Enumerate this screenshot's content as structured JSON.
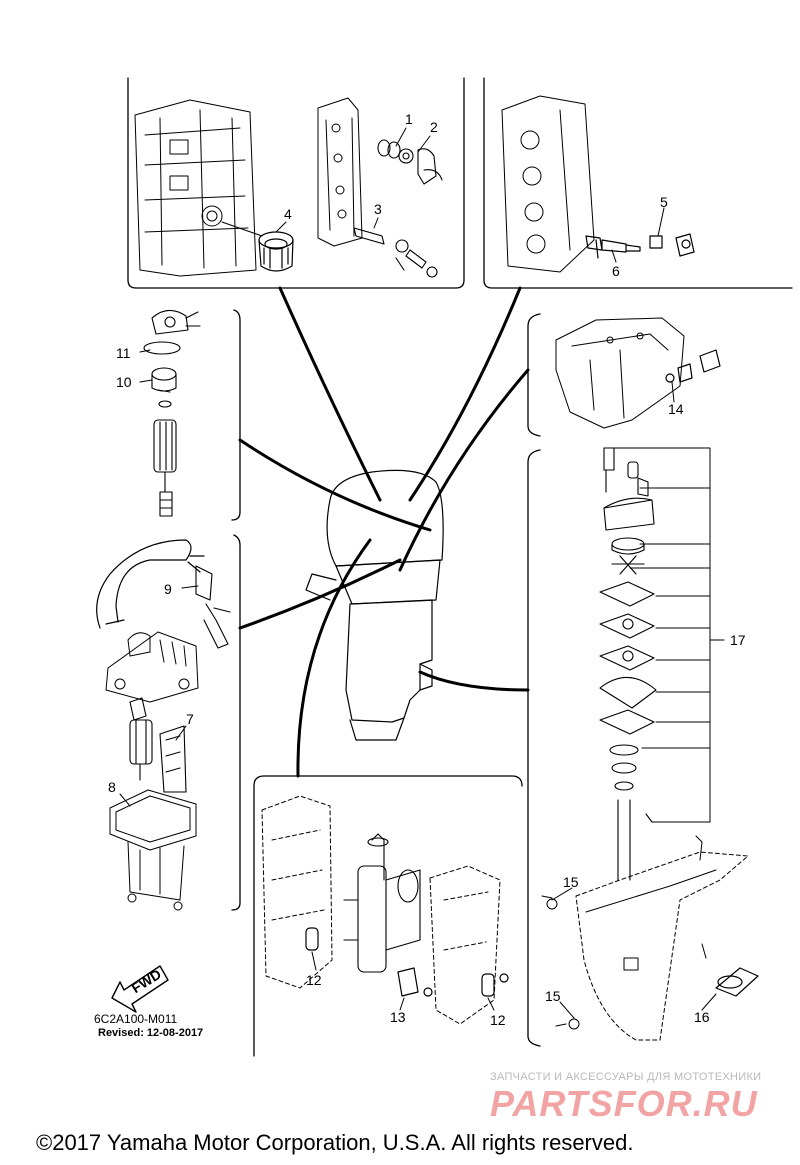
{
  "callouts": {
    "c1": "1",
    "c2": "2",
    "c3": "3",
    "c4": "4",
    "c5": "5",
    "c6": "6",
    "c7": "7",
    "c8": "8",
    "c9": "9",
    "c10": "10",
    "c11": "11",
    "c12a": "12",
    "c12b": "12",
    "c13": "13",
    "c14": "14",
    "c15a": "15",
    "c15b": "15",
    "c16": "16",
    "c17": "17"
  },
  "direction_label": "FWD",
  "diagram_code": "6C2A100-M011",
  "revised": "Revised: 12-08-2017",
  "watermark": {
    "tagline": "ЗАПЧАСТИ И АКСЕССУАРЫ ДЛЯ МОТОТЕХНИКИ",
    "logo": "PARTSFOR.RU"
  },
  "copyright": "©2017 Yamaha Motor Corporation, U.S.A. All rights reserved."
}
